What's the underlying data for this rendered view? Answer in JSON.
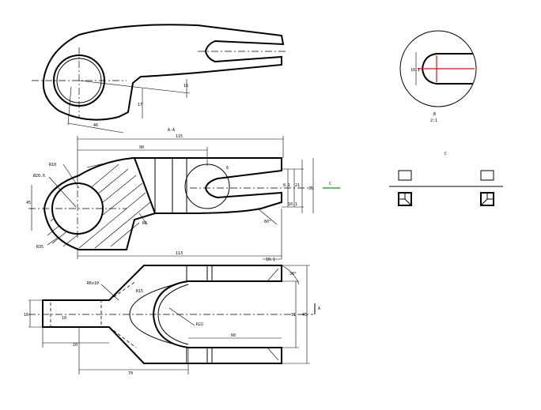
{
  "top_view": {
    "dim_a": "17",
    "dim_b": "46",
    "dim_c": "16"
  },
  "section_label": "A-A",
  "front_view": {
    "dim_overall": "115",
    "dim_top": "90",
    "dim_6": "6",
    "dim_r10": "R10",
    "dim_phi": "Ø20.6",
    "dim_phi_b": "45",
    "dim_r6": "R6",
    "dim_r35": "R35",
    "dim_small_a": "8.1",
    "dim_small_b": "21",
    "dim_small_c": "10.1",
    "dim_right": "35",
    "dim_60deg": "60°",
    "dim_bottom": "113",
    "label_c": "C"
  },
  "bottom_view": {
    "dim_top_right": "10.1",
    "dim_angle": "30°",
    "dim_r6": "R6x10",
    "dim_r15": "R15",
    "dim_r22": "R22",
    "dim_left": "16",
    "dim_left2": "10",
    "dim_mid": "60",
    "dim_total": "70",
    "dim_right1": "31",
    "dim_right2": "45",
    "label_a": "A"
  },
  "detail": {
    "dim_vert": "10.1",
    "label": "B",
    "scale": "2:1"
  },
  "view_c": {
    "title": "C"
  }
}
